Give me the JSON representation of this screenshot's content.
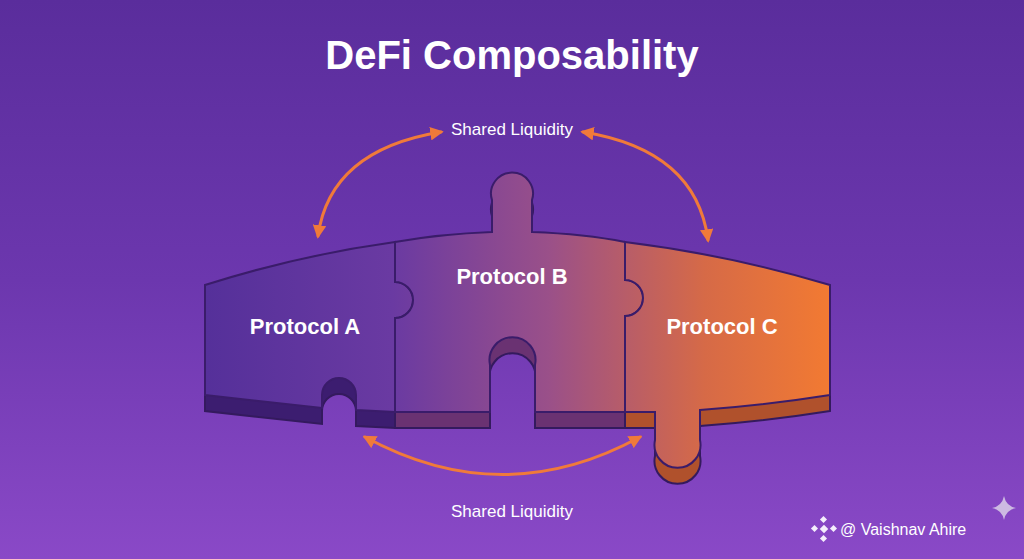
{
  "diagram": {
    "title": "DeFi Composability",
    "nodes": [
      {
        "text": [
          "Protocol A"
        ]
      },
      {
        "text": [
          "Protocol B"
        ]
      },
      {
        "text": [
          "Protocol C"
        ]
      }
    ],
    "edges": [
      {
        "from": 0,
        "to": 2,
        "arrow": "both",
        "label": "Shared Liquidity"
      },
      {
        "from": 0,
        "to": 2,
        "arrow": "both",
        "label": "Shared Liquidity"
      }
    ],
    "labels": [
      "@ Vaishnav Ahire"
    ]
  }
}
